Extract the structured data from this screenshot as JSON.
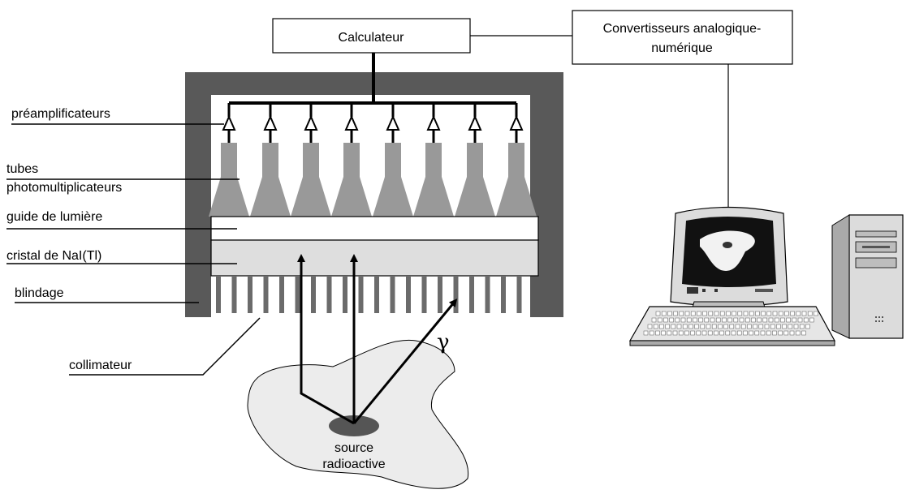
{
  "boxes": {
    "calculateur": "Calculateur",
    "convertisseurs_line1": "Convertisseurs analogique-",
    "convertisseurs_line2": "numérique"
  },
  "labels": {
    "preamplificateurs": "préamplificateurs",
    "tubes_line1": "tubes",
    "tubes_line2": "photomultiplicateurs",
    "guide": "guide de lumière",
    "cristal": "cristal de NaI(Tl)",
    "blindage": "blindage",
    "collimateur": "collimateur",
    "source_line1": "source",
    "source_line2": "radioactive",
    "gamma": "γ"
  },
  "colors": {
    "shield": "#595959",
    "pmt": "#999999",
    "crystal": "#dedede",
    "collimator": "#6b6b6b",
    "body_region": "#ececec",
    "source": "#555555"
  },
  "icons": [
    "computer-monitor-icon",
    "keyboard-icon",
    "tower-pc-icon"
  ]
}
